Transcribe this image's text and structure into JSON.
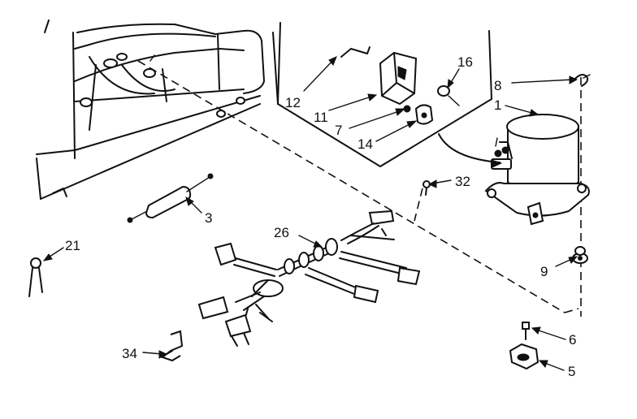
{
  "diagram": {
    "callouts": {
      "c1": "1",
      "c3": "3",
      "c5": "5",
      "c6": "6",
      "c7": "7",
      "c8": "8",
      "c9": "9",
      "c11": "11",
      "c12": "12",
      "c14": "14",
      "c16": "16",
      "c21": "21",
      "c26": "26",
      "c32": "32",
      "c34": "34"
    }
  }
}
